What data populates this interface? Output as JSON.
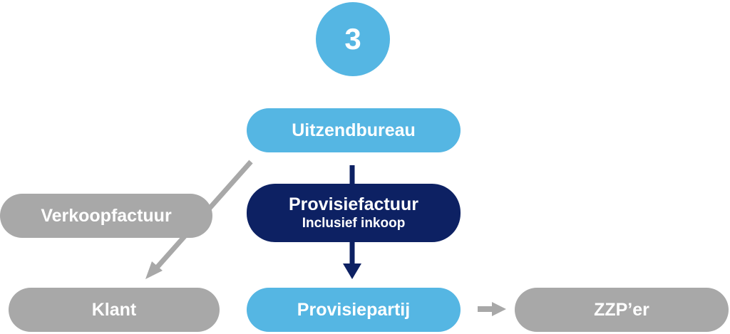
{
  "step": {
    "number": "3"
  },
  "nodes": {
    "uitzendbureau": {
      "label": "Uitzendbureau"
    },
    "provisiefactuur": {
      "label": "Provisiefactuur",
      "sublabel": "Inclusief inkoop"
    },
    "verkoopfactuur": {
      "label": "Verkoopfactuur"
    },
    "klant": {
      "label": "Klant"
    },
    "provisiepartij": {
      "label": "Provisiepartij"
    },
    "zzper": {
      "label": "ZZP’er"
    }
  },
  "colors": {
    "light_blue": "#55b6e3",
    "navy": "#0d2163",
    "grey": "#a8a8a8",
    "white": "#ffffff"
  }
}
